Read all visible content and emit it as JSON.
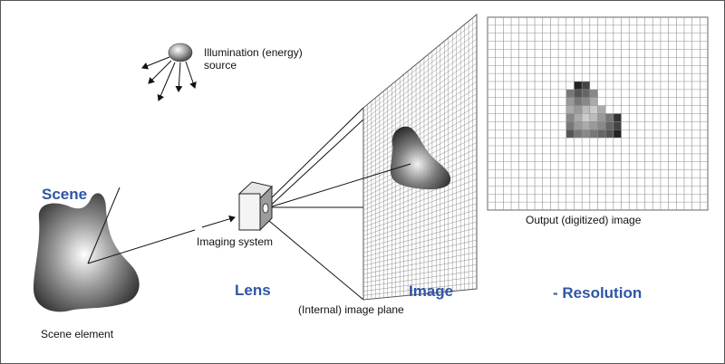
{
  "colors": {
    "heading_blue": "#2f55a4",
    "grid_line": "#909090",
    "frame": "#555555"
  },
  "labels": {
    "illumination_line1": "Illumination (energy)",
    "illumination_line2": "source",
    "scene_heading": "Scene",
    "scene_element": "Scene element",
    "imaging_system": "Imaging system",
    "lens_heading": "Lens",
    "image_heading": "Image",
    "image_plane": "(Internal) image plane",
    "output_image": "Output (digitized) image",
    "resolution_heading": "- Resolution"
  },
  "icons": {
    "light_source": "sphere-with-rays-icon",
    "camera": "imaging-box-icon"
  }
}
